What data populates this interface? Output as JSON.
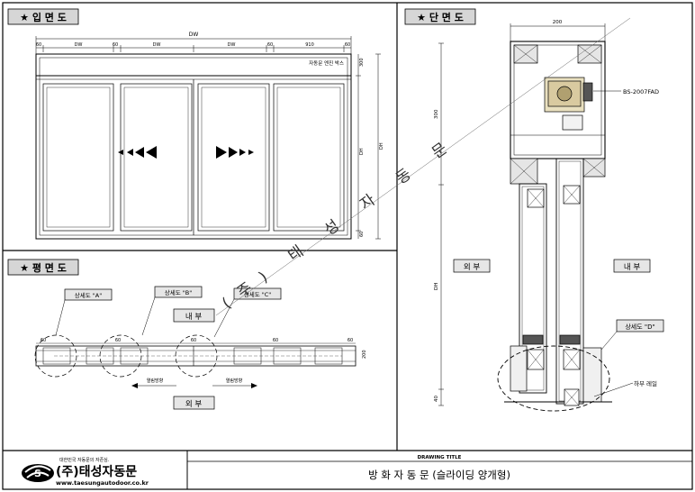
{
  "panels": {
    "elevation_title": "★ 입 면 도",
    "section_title": "★ 단 면 도",
    "plan_title": "★ 평 면 도"
  },
  "elevation": {
    "dim_top_total": "DW",
    "dim_segments": [
      "60",
      "DW",
      "60",
      "DW",
      "DW",
      "60",
      "910",
      "60"
    ],
    "box_label": "자동문 엔진 박스",
    "dim_right": [
      "300",
      "DH",
      "60"
    ],
    "dim_mid_right": "DH"
  },
  "section": {
    "dim_top": "200",
    "dim_left": [
      "300",
      "DH",
      "40"
    ],
    "motor_label": "BS-2007FAD",
    "outside_label": "외 부",
    "inside_label": "내 부",
    "detail_d": "상세도 \"D\"",
    "rail_label": "하부 레일"
  },
  "plan": {
    "detail_a": "상세도 \"A\"",
    "detail_b": "상세도 \"B\"",
    "detail_c": "상세도 \"C\"",
    "inside_label": "내 부",
    "outside_label": "외 부",
    "dims": [
      "60",
      "60",
      "60",
      "60",
      "60",
      "200"
    ],
    "open_left": "열림방향",
    "open_right": "열림방향"
  },
  "watermark": "(주) 태 성 자 동 문",
  "title_block": {
    "company_tagline": "대한민국 자동문의 자존심.",
    "company_name": "(주)태성자동문",
    "url": "www.taesungautodoor.co.kr",
    "drawing_title_header": "DRAWING TITLE",
    "drawing_title": "방 화 자 동 문 (슬라이딩 양개형)"
  }
}
